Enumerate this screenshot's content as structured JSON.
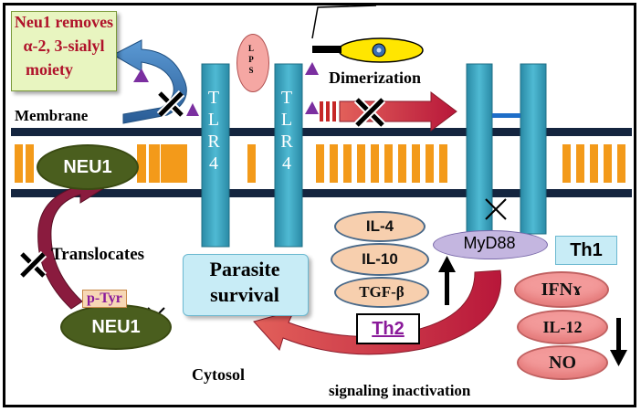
{
  "labels": {
    "neu1_removes": [
      "Neu1 removes",
      "α-2, 3-sialyl",
      "moiety"
    ],
    "lps": "LPS",
    "dimerization": "Dimerization",
    "membrane": "Membrane",
    "tlr4": "TLR4",
    "neu1_top": "NEU1",
    "neu1_bottom": "NEU1",
    "p_tyr": "p-Tyr",
    "translocates": "Translocates",
    "parasite_survival": [
      "Parasite",
      "survival"
    ],
    "il4": "IL-4",
    "il10": "IL-10",
    "tgfb": "TGF-β",
    "th2": "Th2",
    "myd88": "MyD88",
    "th1": "Th1",
    "ifn": "IFNɤ",
    "il12": "IL-12",
    "no": "NO",
    "cytosol": "Cytosol",
    "signaling_inactivation": "signaling inactivation"
  },
  "colors": {
    "tlr_bar": "#3fa9c2",
    "membrane_line": "#14253f",
    "lipid_block": "#f39a1a",
    "neu1_fill": "#4a5e1e",
    "arrow_red": "#c0183a",
    "neu1_box": "#e8f5c0",
    "neu1_text": "#b0132b",
    "th2_text": "#8a1a9a",
    "triangle": "#7b2fa0",
    "parasite_box": "#c8ecf6"
  },
  "icons": [
    "x-mark-icon",
    "triangle-marker-icon",
    "up-arrow-icon",
    "down-arrow-icon",
    "parasite-icon"
  ]
}
